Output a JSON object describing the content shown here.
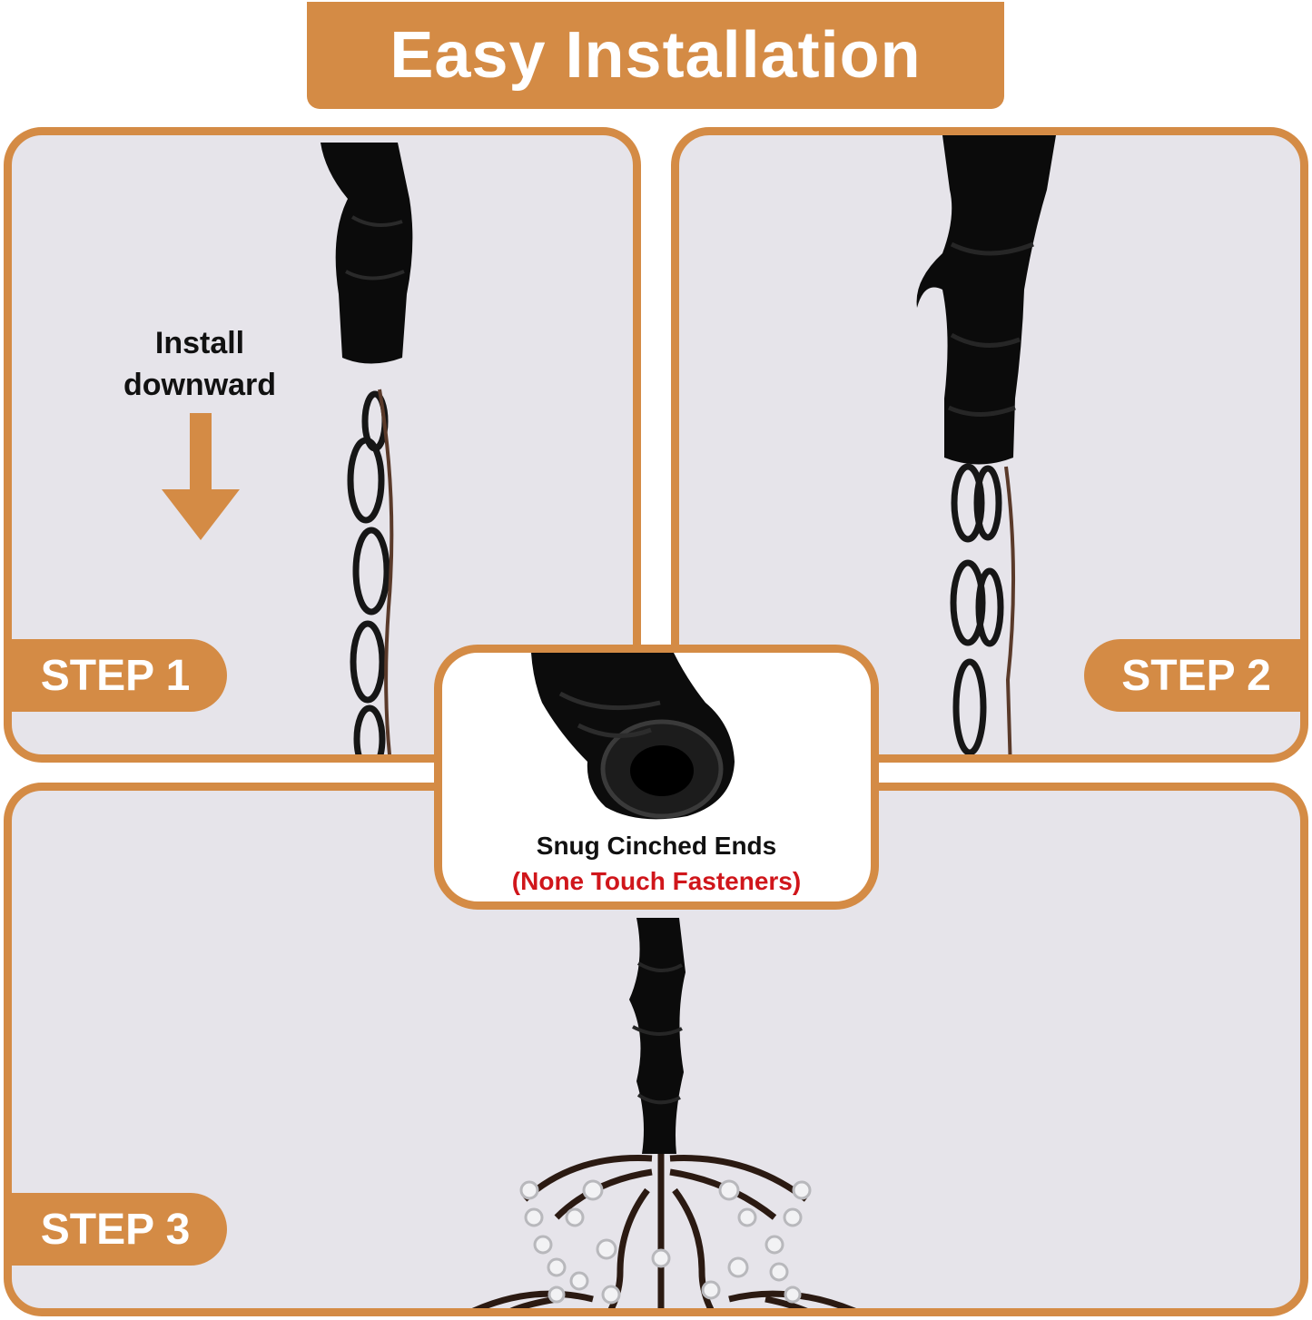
{
  "title": "Easy Installation",
  "steps": [
    {
      "label": "STEP 1"
    },
    {
      "label": "STEP 2"
    },
    {
      "label": "STEP 3"
    }
  ],
  "step1": {
    "instruction_line1": "Install",
    "instruction_line2": "downward"
  },
  "callout": {
    "title": "Snug Cinched Ends",
    "subtitle": "(None Touch Fasteners)"
  },
  "colors": {
    "accent": "#d48b45",
    "panel_bg": "#e6e4ea",
    "callout_sub": "#d0161b"
  }
}
